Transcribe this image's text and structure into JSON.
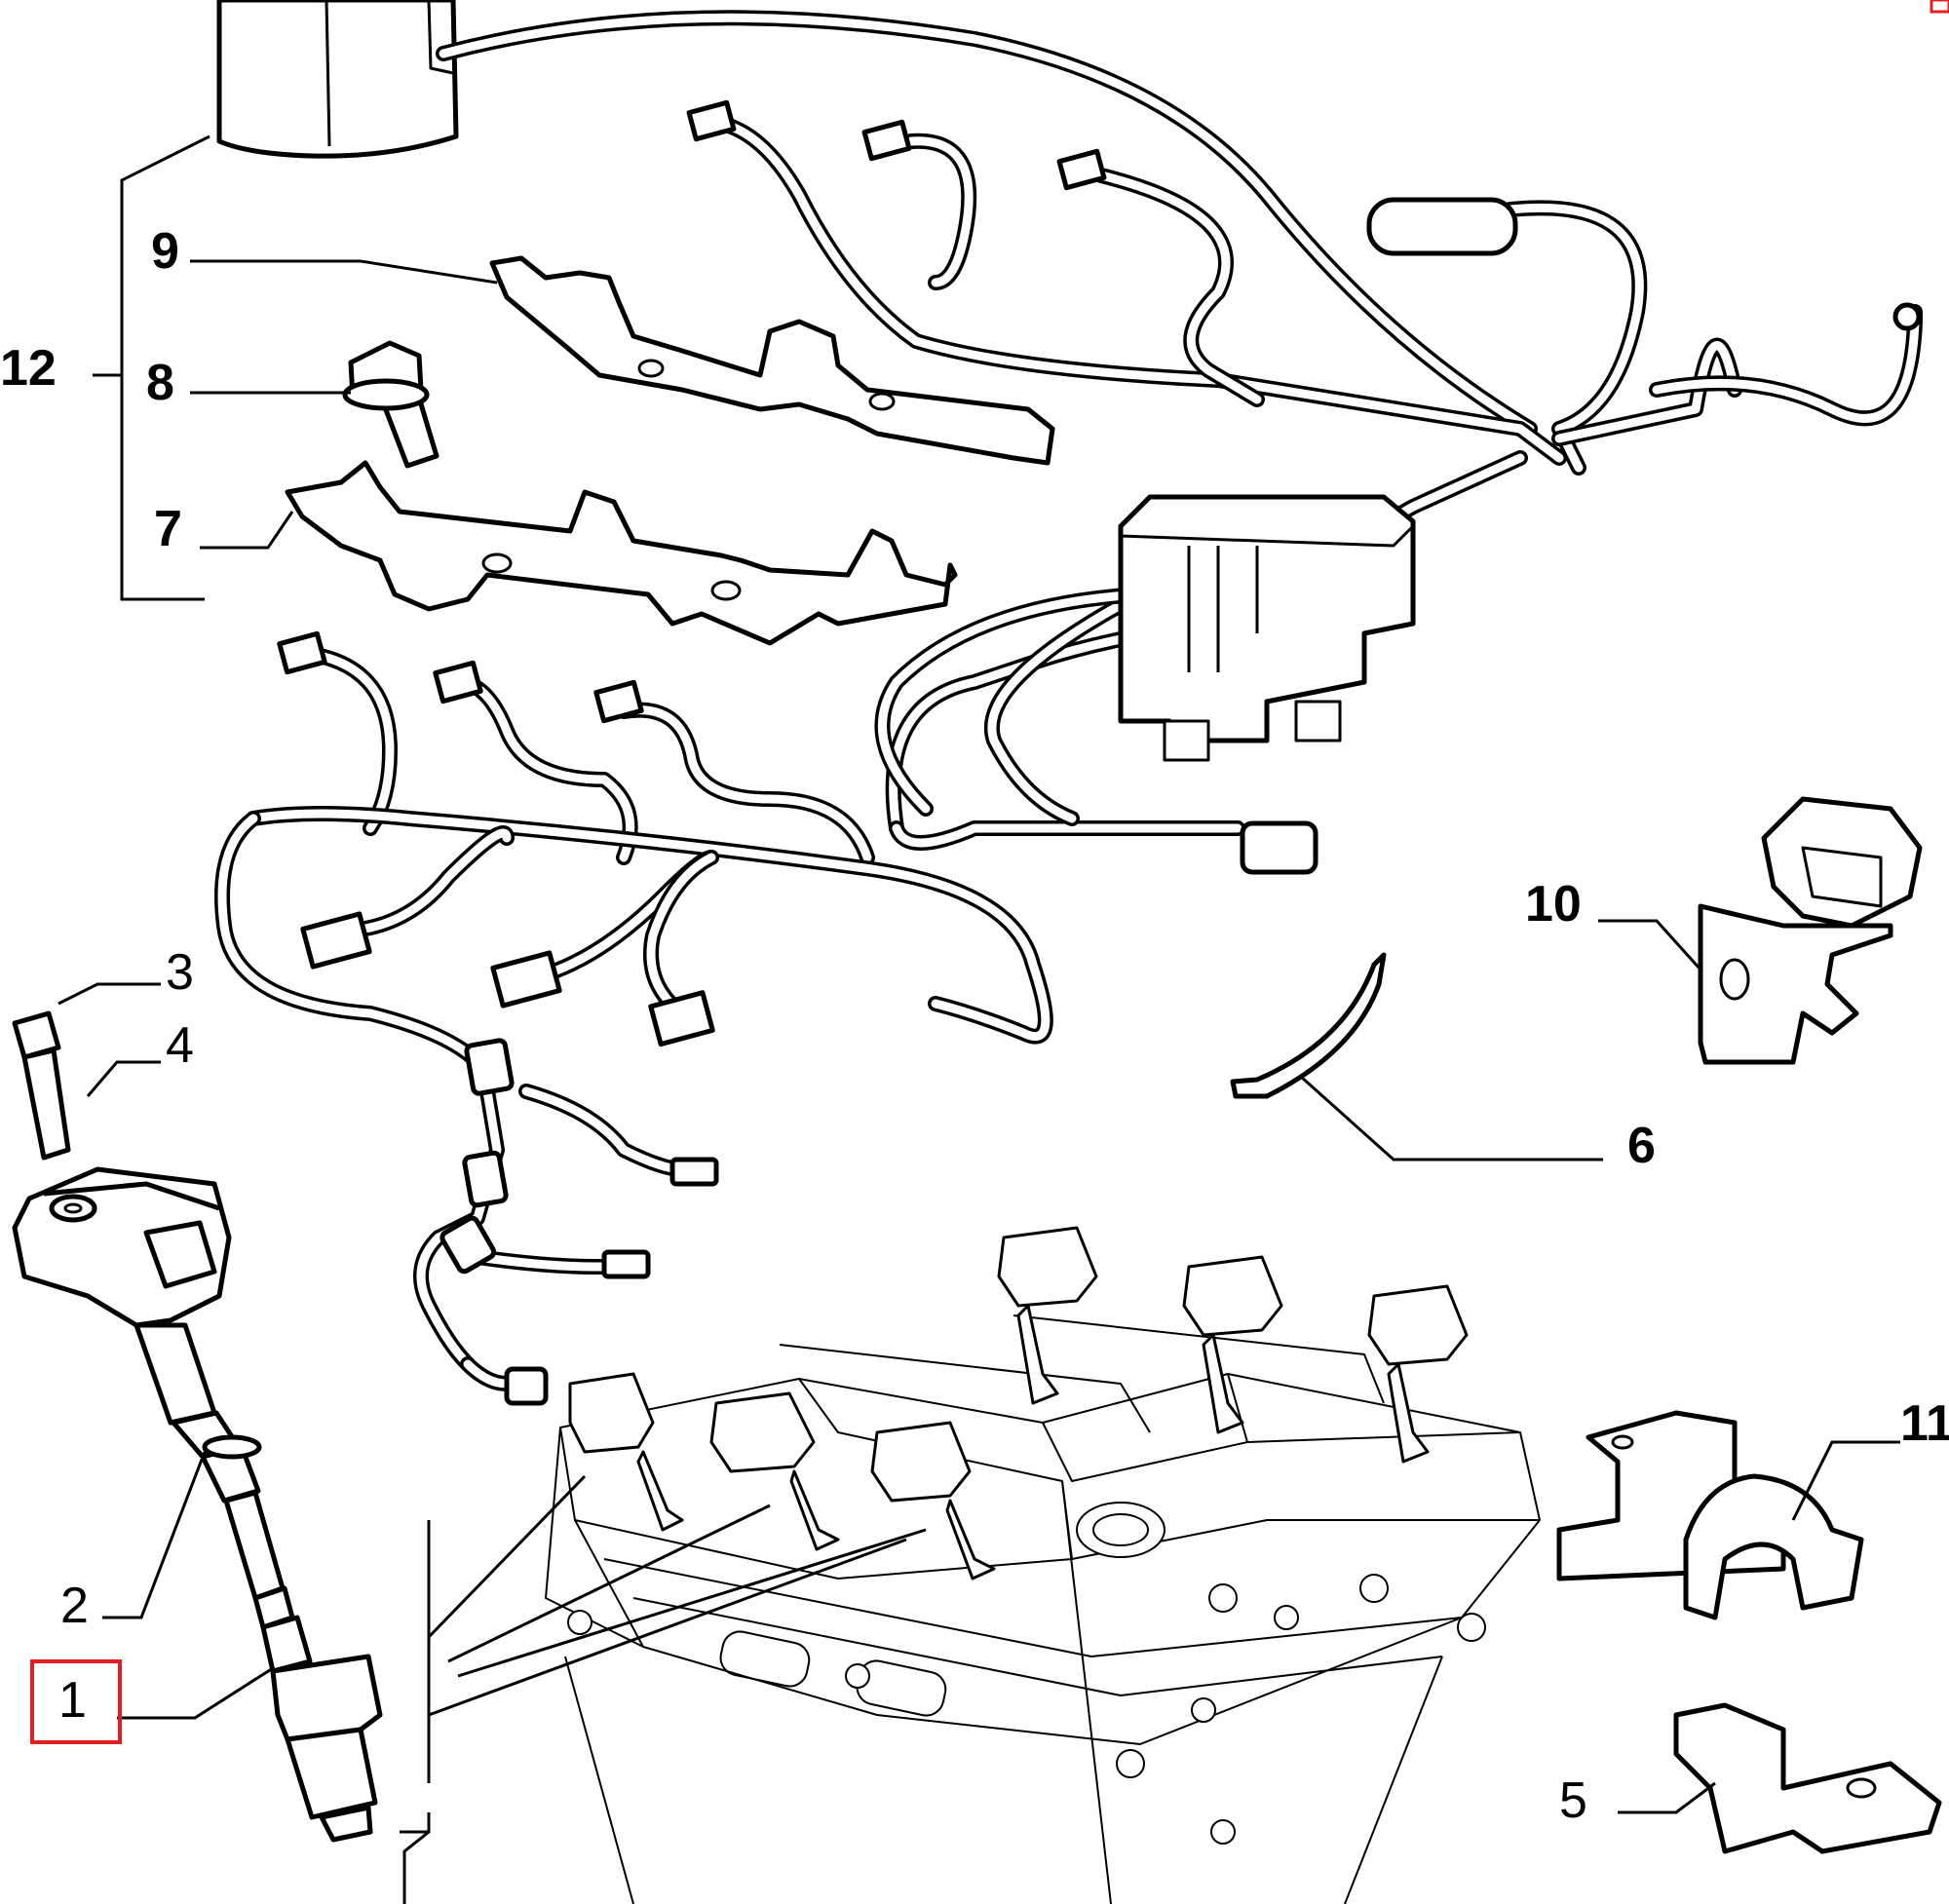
{
  "callouts": [
    {
      "id": "1",
      "label": "1",
      "highlighted": true
    },
    {
      "id": "2",
      "label": "2"
    },
    {
      "id": "3",
      "label": "3"
    },
    {
      "id": "4",
      "label": "4"
    },
    {
      "id": "5",
      "label": "5"
    },
    {
      "id": "6",
      "label": "6"
    },
    {
      "id": "7",
      "label": "7"
    },
    {
      "id": "8",
      "label": "8"
    },
    {
      "id": "9",
      "label": "9"
    },
    {
      "id": "10",
      "label": "10"
    },
    {
      "id": "11",
      "label": "11"
    },
    {
      "id": "12",
      "label": "12"
    }
  ],
  "colors": {
    "highlight_box": "#e02020",
    "ink": "#000000",
    "paper": "#ffffff"
  }
}
